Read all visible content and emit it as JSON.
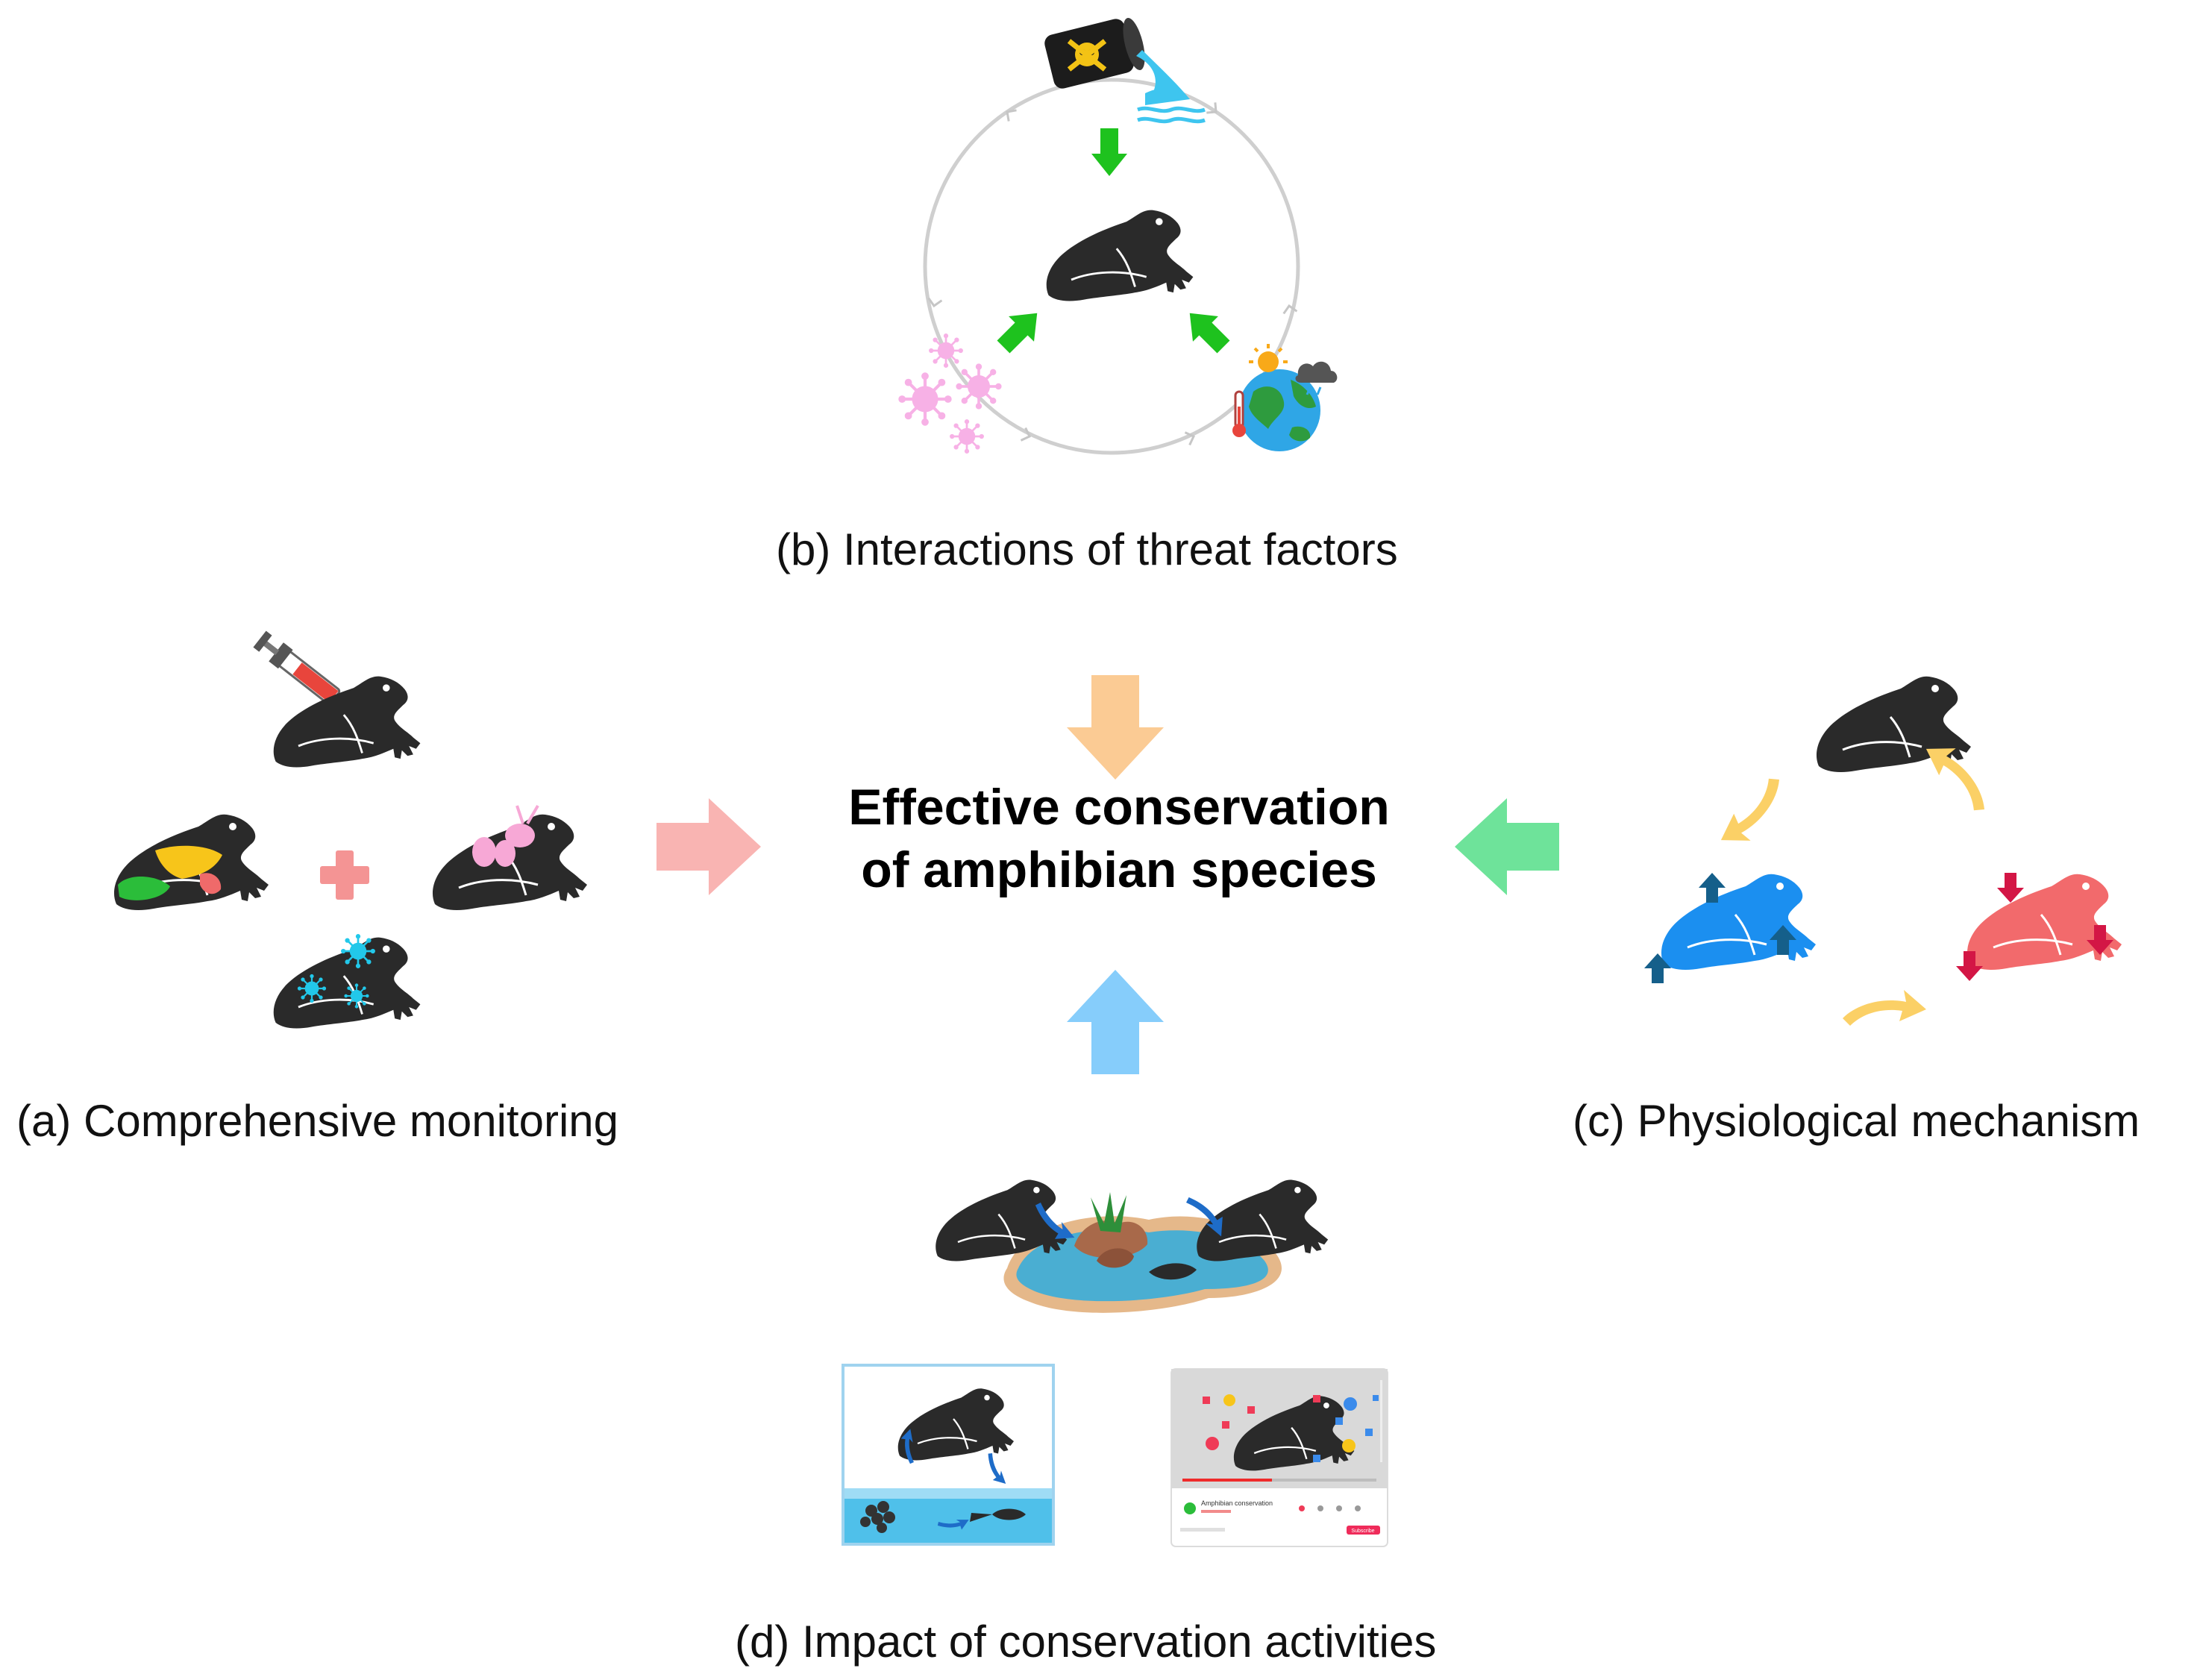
{
  "center": {
    "line1": "Effective conservation",
    "line2": "of amphibian species"
  },
  "panels": {
    "a": {
      "label": "(a) Comprehensive monitoring"
    },
    "b": {
      "label": "(b) Interactions of threat factors"
    },
    "c": {
      "label": "(c) Physiological mechanism"
    },
    "d": {
      "label": "(d) Impact of conservation activities"
    }
  },
  "social_card": {
    "channel": "Amphibian conservation",
    "subscribe": "Subscribe"
  },
  "colors": {
    "frog": "#2a2a2a",
    "arrow_from_a": "#f9b4b2",
    "arrow_from_b": "#fbcb94",
    "arrow_from_c": "#6ee39a",
    "arrow_from_d": "#86cdfb",
    "threat_arrow": "#1ec21e",
    "cycle_arrow": "#fbd066",
    "up_frog": "#1b8ff0",
    "down_frog": "#f26a6c",
    "up_marker": "#155f8a",
    "down_marker": "#d31645",
    "virus_pink": "#f7b1e6",
    "virus_cyan": "#22c8ea",
    "pond_water": "#4aaed2",
    "ring": "#cfcfcf"
  },
  "icons": {
    "frog": "frog-icon",
    "toxic": "toxic-barrel-icon",
    "pathogen": "pathogen-icon",
    "climate": "climate-globe-icon",
    "syringe": "syringe-icon",
    "plus": "plus-icon",
    "tank": "aquarium-tank-icon",
    "video": "video-card-icon",
    "pond": "pond-icon"
  }
}
